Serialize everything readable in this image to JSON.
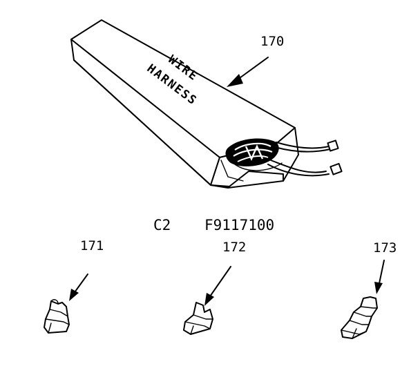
{
  "diagram": {
    "caption_code": "C2",
    "caption_part": "F9117100",
    "box_text_line1": "WIRE",
    "box_text_line2": "HARNESS",
    "callouts": [
      "170",
      "171",
      "172",
      "173"
    ]
  }
}
